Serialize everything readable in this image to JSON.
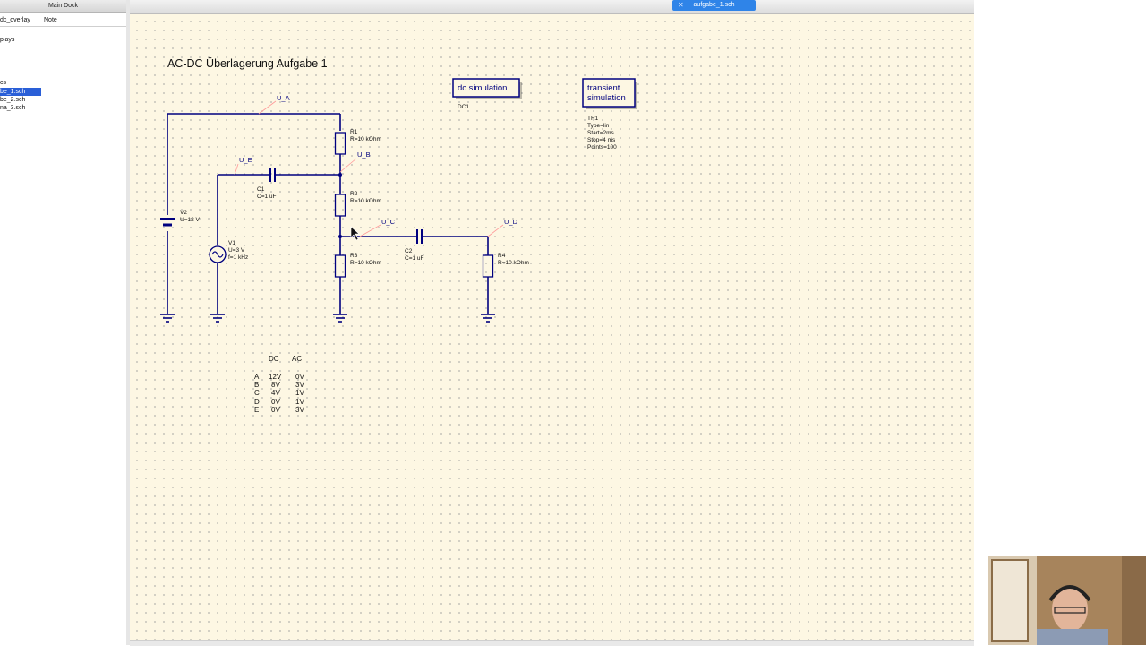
{
  "dock": {
    "title": "Main Dock",
    "tabs": [
      "dc_overlay",
      "Note"
    ],
    "tree": [
      "plays",
      "cs",
      "be_1.sch",
      "be_2.sch",
      "na_3.sch"
    ]
  },
  "document_tab": "aufgabe_1.sch",
  "schematic": {
    "title": "AC-DC Überlagerung Aufgabe 1",
    "dc_sim": {
      "label": "dc simulation",
      "id": "DC1"
    },
    "tr_sim": {
      "label1": "transient",
      "label2": "simulation",
      "id": "TR1",
      "type": "Type=lin",
      "start": "Start=2ms",
      "stop": "Stop=4 ms",
      "points": "Points=100"
    },
    "nodes": {
      "a": "U_A",
      "b": "U_B",
      "c": "U_C",
      "d": "U_D",
      "e": "U_E"
    },
    "components": {
      "r1": {
        "name": "R1",
        "value": "R=10 kOhm"
      },
      "r2": {
        "name": "R2",
        "value": "R=10 kOhm"
      },
      "r3": {
        "name": "R3",
        "value": "R=10 kOhm"
      },
      "r4": {
        "name": "R4",
        "value": "R=10 kOhm"
      },
      "c1": {
        "name": "C1",
        "value": "C=1 uF"
      },
      "c2": {
        "name": "C2",
        "value": "C=1 uF"
      },
      "v1": {
        "name": "V1",
        "value": "U=3 V",
        "freq": "f=1 kHz"
      },
      "v2": {
        "name": "V2",
        "value": "U=12 V"
      }
    },
    "table": {
      "headers": [
        "DC",
        "AC"
      ],
      "rows": [
        {
          "node": "A",
          "dc": "12V",
          "ac": "0V"
        },
        {
          "node": "B",
          "dc": "8V",
          "ac": "3V"
        },
        {
          "node": "C",
          "dc": "4V",
          "ac": "1V"
        },
        {
          "node": "D",
          "dc": "0V",
          "ac": "1V"
        },
        {
          "node": "E",
          "dc": "0V",
          "ac": "3V"
        }
      ]
    }
  },
  "colors": {
    "wire": "#00007f",
    "canvas": "#fdf7e3",
    "tab_accent": "#2f84e8"
  }
}
